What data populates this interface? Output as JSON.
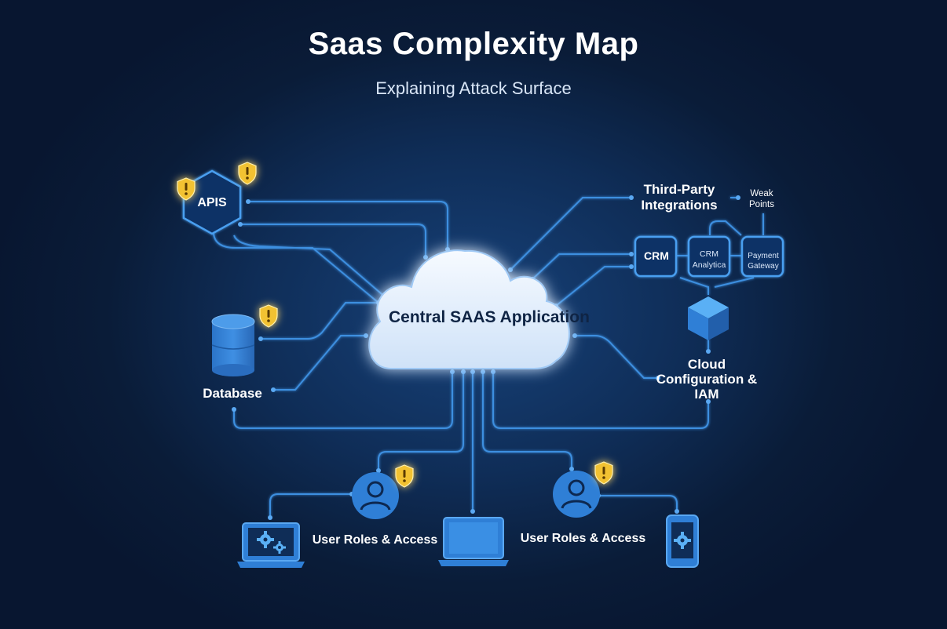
{
  "title": "Saas Complexity Map",
  "subtitle": "Explaining Attack Surface",
  "nodes": {
    "central": "Central SAAS Application",
    "apis": "APIS",
    "database": "Database",
    "third_party": "Third-Party Integrations",
    "weak_points": "Weak Points",
    "crm": "CRM",
    "crm_analytics": "CRM Analytica",
    "payment_gateway": "Payment Gateway",
    "cloud_iam": "Cloud Configuration & IAM",
    "user_roles_left": "User Roles & Access",
    "user_roles_right": "User Roles & Access"
  },
  "icons": [
    "shield-warning-icon",
    "hexagon-icon",
    "database-icon",
    "cloud-icon",
    "cube-icon",
    "user-icon",
    "laptop-gear-icon",
    "laptop-icon",
    "mobile-gear-icon"
  ],
  "colors": {
    "background": "#0f2d57",
    "line": "#3d8fe0",
    "node_fill": "#2f7fd6",
    "warning": "#f2c230",
    "cloud": "#eaf3fd"
  }
}
